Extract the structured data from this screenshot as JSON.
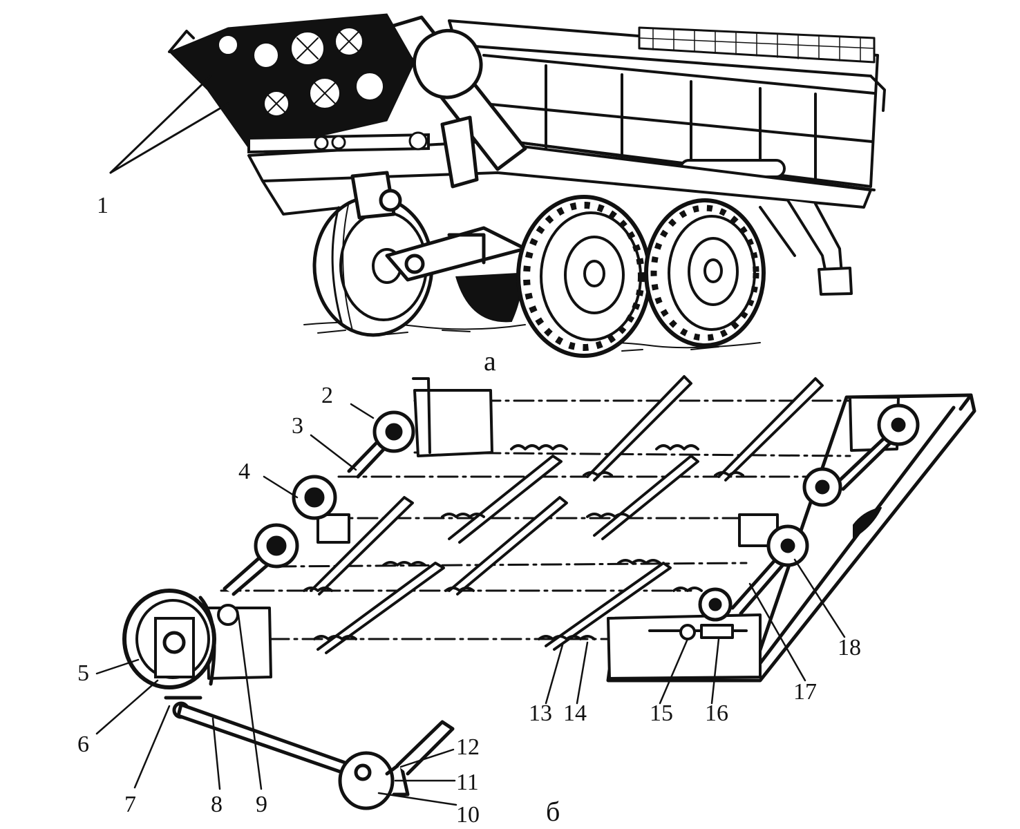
{
  "captions": {
    "top": "а",
    "bottom": "б"
  },
  "labels": {
    "l1": "1",
    "l2": "2",
    "l3": "3",
    "l4": "4",
    "l5": "5",
    "l6": "6",
    "l7": "7",
    "l8": "8",
    "l9": "9",
    "l10": "10",
    "l11": "11",
    "l12": "12",
    "l13": "13",
    "l14": "14",
    "l15": "15",
    "l16": "16",
    "l17": "17",
    "l18": "18"
  },
  "colors": {
    "ink": "#111111",
    "paper": "#ffffff"
  }
}
